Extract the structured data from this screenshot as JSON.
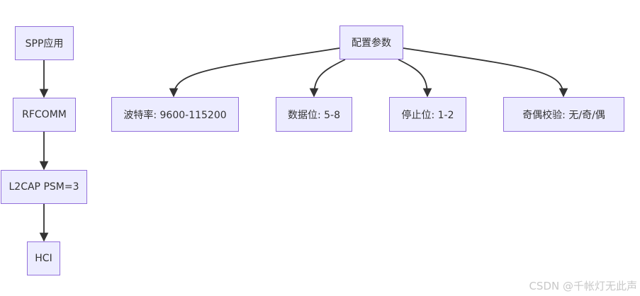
{
  "nodes": {
    "spp": "SPP应用",
    "rfcomm": "RFCOMM",
    "l2cap": "L2CAP PSM=3",
    "hci": "HCI",
    "config": "配置参数",
    "baud": "波特率: 9600-115200",
    "databits": "数据位: 5-8",
    "stopbits": "停止位: 1-2",
    "parity": "奇偶校验: 无/奇/偶"
  },
  "edges": [
    [
      "spp",
      "rfcomm"
    ],
    [
      "rfcomm",
      "l2cap"
    ],
    [
      "l2cap",
      "hci"
    ],
    [
      "config",
      "baud"
    ],
    [
      "config",
      "databits"
    ],
    [
      "config",
      "stopbits"
    ],
    [
      "config",
      "parity"
    ]
  ],
  "colors": {
    "node_fill": "#ECECFF",
    "node_border": "#9370DB",
    "edge": "#333333",
    "text": "#333333"
  },
  "watermark": "CSDN @千帐灯无此声"
}
